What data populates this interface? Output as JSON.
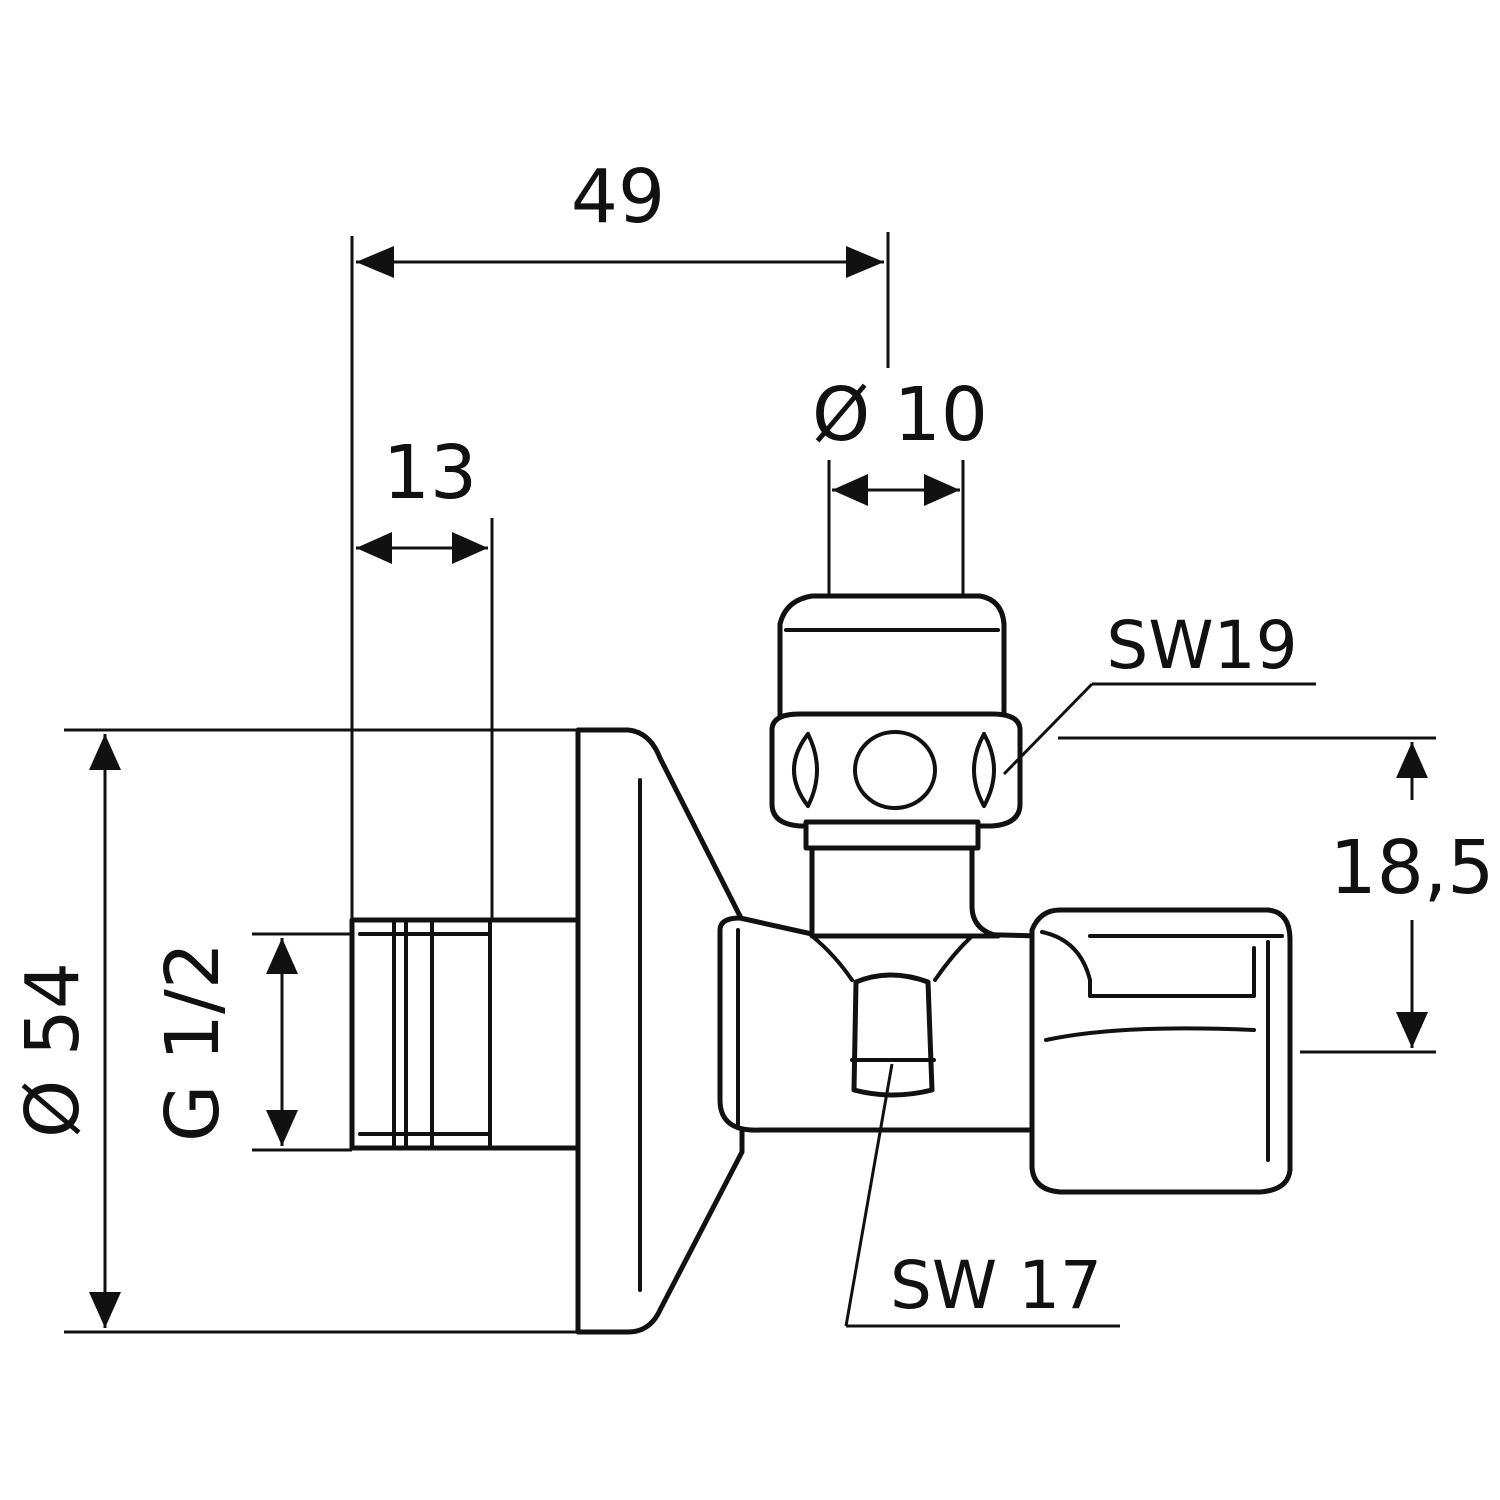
{
  "dimensions": {
    "overall_length": "49",
    "thread_length": "13",
    "outlet_diameter": "Ø 10",
    "rosette_diameter": "Ø 54",
    "thread": "G 1/2",
    "outlet_offset": "18,5"
  },
  "callouts": {
    "cap_wrench_size": "SW19",
    "body_wrench_size": "SW 17"
  }
}
